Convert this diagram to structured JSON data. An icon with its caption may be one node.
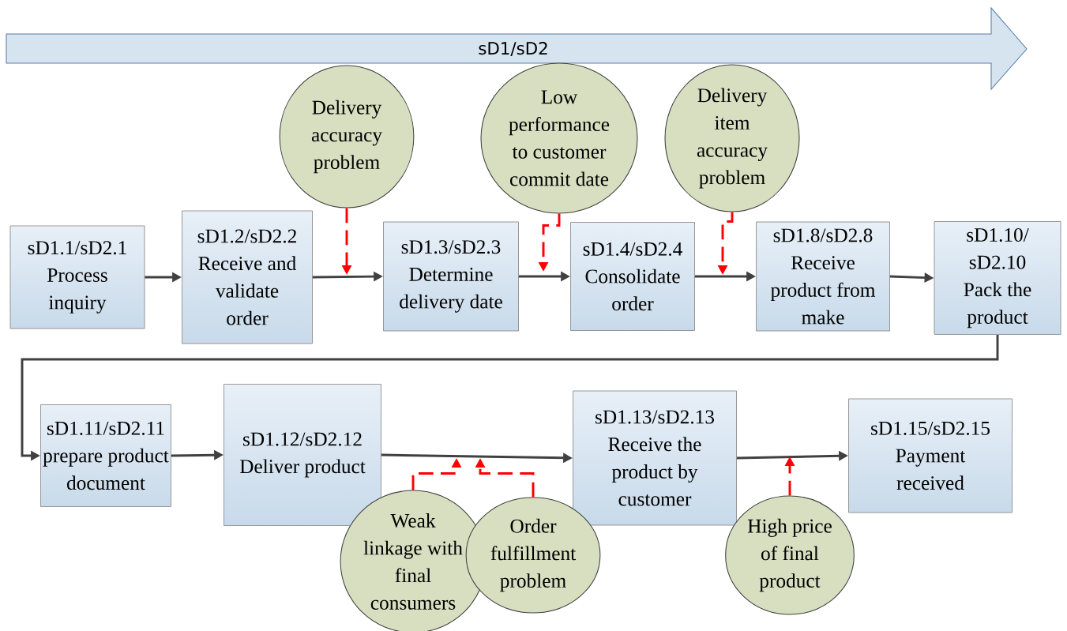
{
  "diagram": {
    "nodes": [
      {
        "text": [
          "sD1/sD2"
        ]
      },
      {
        "text": [
          "Delivery accuracy problem"
        ]
      },
      {
        "text": [
          "Low performance to customer commit date"
        ]
      },
      {
        "text": [
          "Delivery item accuracy problem"
        ]
      },
      {
        "text": [
          "sD1.1/sD2.1",
          "Process inquiry"
        ]
      },
      {
        "text": [
          "sD1.2/sD2.2",
          "Receive and validate order"
        ]
      },
      {
        "text": [
          "sD1.3/sD2.3",
          "Determine delivery date"
        ]
      },
      {
        "text": [
          "sD1.4/sD2.4",
          "Consolidate order"
        ]
      },
      {
        "text": [
          "sD1.8/sD2.8",
          "Receive product from make"
        ]
      },
      {
        "text": [
          "sD1.10/ sD2.10",
          "Pack the product"
        ]
      },
      {
        "text": [
          "sD1.11/sD2.11",
          "prepare product document"
        ]
      },
      {
        "text": [
          "sD1.12/sD2.12",
          "Deliver product"
        ]
      },
      {
        "text": [
          "sD1.13/sD2.13",
          "Receive the product by customer"
        ]
      },
      {
        "text": [
          "sD1.15/sD2.15",
          "Payment received"
        ]
      },
      {
        "text": [
          "Weak linkage with final consumers"
        ]
      },
      {
        "text": [
          "Order fulfillment problem"
        ]
      },
      {
        "text": [
          "High price of final product"
        ]
      }
    ],
    "edges": [
      {
        "from": 4,
        "to": 5,
        "arrow": "to"
      },
      {
        "from": 5,
        "to": 6,
        "arrow": "to"
      },
      {
        "from": 6,
        "to": 7,
        "arrow": "to"
      },
      {
        "from": 7,
        "to": 8,
        "arrow": "to"
      },
      {
        "from": 8,
        "to": 9,
        "arrow": "to"
      },
      {
        "from": 9,
        "to": 10,
        "arrow": "to"
      },
      {
        "from": 10,
        "to": 11,
        "arrow": "to"
      },
      {
        "from": 11,
        "to": 12,
        "arrow": "to"
      },
      {
        "from": 12,
        "to": 13,
        "arrow": "to"
      },
      {
        "from": 1,
        "to": null,
        "arrow": "to",
        "style": "dashed",
        "color": "#ff0000"
      },
      {
        "from": 2,
        "to": null,
        "arrow": "to",
        "style": "dashed",
        "color": "#ff0000"
      },
      {
        "from": 3,
        "to": null,
        "arrow": "to",
        "style": "dashed",
        "color": "#ff0000"
      },
      {
        "from": 14,
        "to": null,
        "arrow": "to",
        "style": "dashed",
        "color": "#ff0000"
      },
      {
        "from": 15,
        "to": null,
        "arrow": "to",
        "style": "dashed",
        "color": "#ff0000"
      },
      {
        "from": 16,
        "to": null,
        "arrow": "to",
        "style": "dashed",
        "color": "#ff0000"
      }
    ]
  }
}
